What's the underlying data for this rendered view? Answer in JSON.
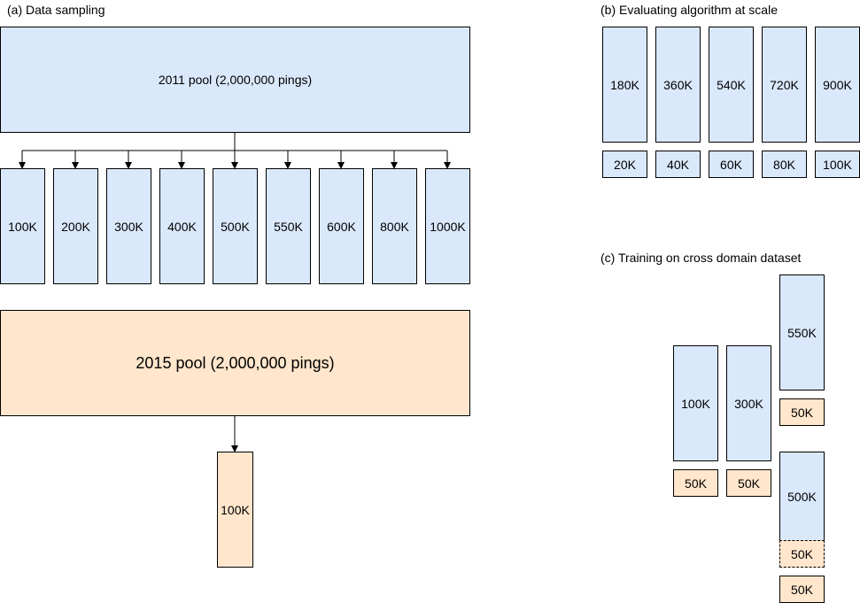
{
  "sections": {
    "a_title": "(a) Data sampling",
    "b_title": "(b) Evaluating algorithm at scale",
    "c_title": "(c) Training on cross domain dataset"
  },
  "data_sampling": {
    "pool_2011": "2011 pool (2,000,000 pings)",
    "samples_2011": [
      "100K",
      "200K",
      "300K",
      "400K",
      "500K",
      "550K",
      "600K",
      "800K",
      "1000K"
    ],
    "pool_2015": "2015 pool (2,000,000 pings)",
    "sample_2015": "100K"
  },
  "evaluation": {
    "train": [
      "180K",
      "360K",
      "540K",
      "720K",
      "900K"
    ],
    "test": [
      "20K",
      "40K",
      "60K",
      "80K",
      "100K"
    ]
  },
  "cross_domain": {
    "col1": {
      "train": "100K",
      "test": "50K"
    },
    "col2": {
      "train": "300K",
      "test": "50K"
    },
    "col3_top": {
      "train": "550K",
      "test": "50K"
    },
    "col3_bottom": {
      "train": "500K",
      "included": "50K",
      "test": "50K"
    }
  },
  "colors": {
    "blue_fill": "#dae8fc",
    "peach_fill": "#ffe6cc",
    "stroke": "#000000"
  }
}
